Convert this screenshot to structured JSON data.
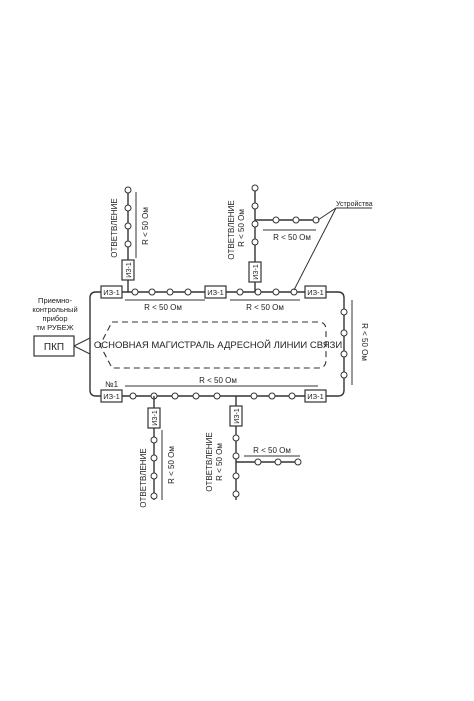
{
  "controller": {
    "label": "ПКП",
    "caption_lines": [
      "Приемно-",
      "контрольный",
      "прибор",
      "тм РУБЕЖ"
    ]
  },
  "main_line_label": "ОСНОВНАЯ МАГИСТРАЛЬ АДРЕСНОЙ ЛИНИИ СВЯЗИ",
  "isolator_label": "ИЗ-1",
  "isolator_number": "№1",
  "branch_label": "ОТВЕТВЛЕНИЕ",
  "resistance_label": "R < 50 Ом",
  "devices_label": "Устройства"
}
